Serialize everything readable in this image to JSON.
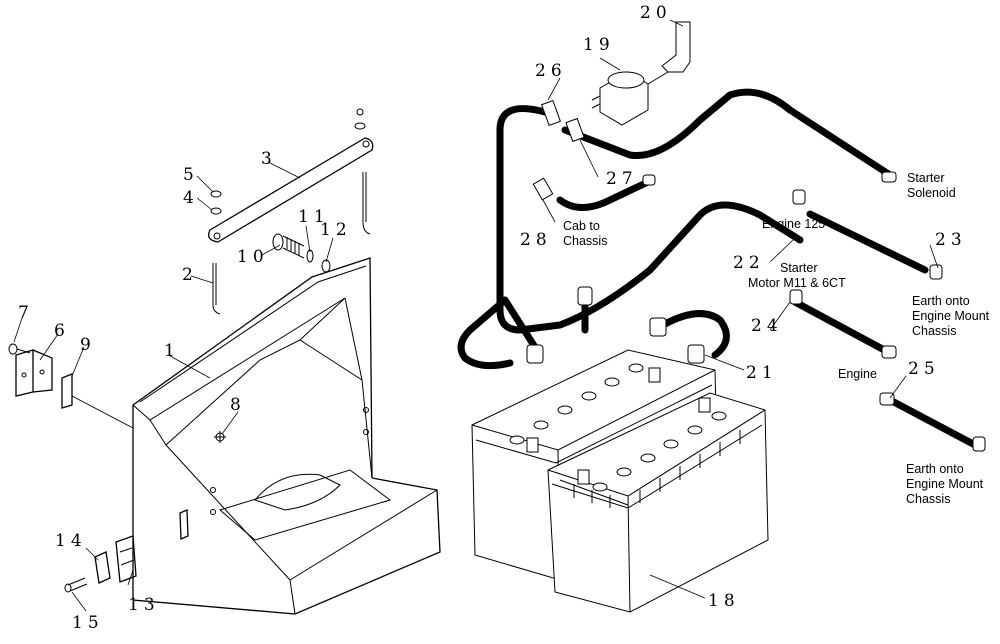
{
  "diagram": {
    "part_numbers": {
      "p1": "1",
      "p2": "2",
      "p3": "3",
      "p4": "4",
      "p5": "5",
      "p6": "6",
      "p7": "7",
      "p8": "8",
      "p9": "9",
      "p10": "10",
      "p11": "11",
      "p12": "12",
      "p13": "13",
      "p14": "14",
      "p15": "15",
      "p18": "18",
      "p19": "19",
      "p20": "20",
      "p21": "21",
      "p22": "22",
      "p23": "23",
      "p24": "24",
      "p25": "25",
      "p26": "26",
      "p27": "27",
      "p28": "28"
    },
    "callouts": {
      "starter_solenoid_1": "Starter",
      "starter_solenoid_2": "Solenoid",
      "cab_chassis_1": "Cab to",
      "cab_chassis_2": "Chassis",
      "engine125": "Engine 125",
      "starter_motor_1": "Starter",
      "starter_motor_2": "Motor M11 & 6CT",
      "earth_a_1": "Earth onto",
      "earth_a_2": "Engine Mount",
      "earth_a_3": "Chassis",
      "engine": "Engine",
      "earth_b_1": "Earth onto",
      "earth_b_2": "Engine Mount",
      "earth_b_3": "Chassis"
    }
  }
}
